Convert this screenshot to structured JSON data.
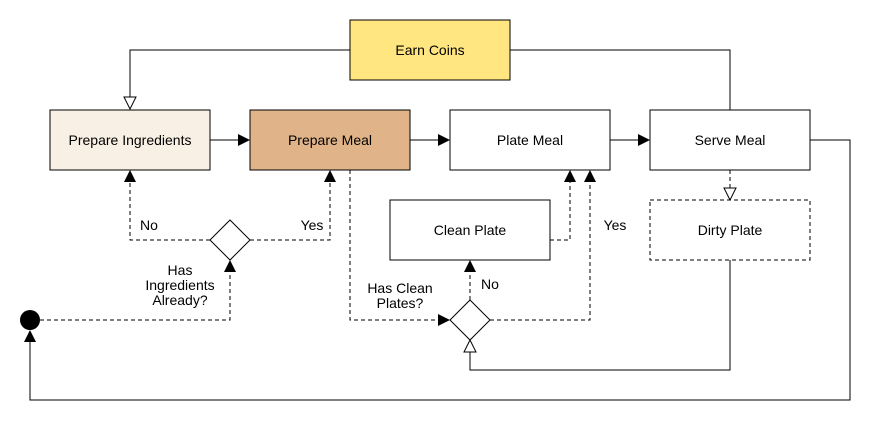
{
  "nodes": {
    "earn_coins": {
      "label": "Earn Coins",
      "color": "#FFE680"
    },
    "prepare_ingredients": {
      "label": "Prepare Ingredients",
      "color": "#F8F0E4"
    },
    "prepare_meal": {
      "label": "Prepare Meal",
      "color": "#E0B488"
    },
    "plate_meal": {
      "label": "Plate Meal",
      "color": "#FFFFFF"
    },
    "serve_meal": {
      "label": "Serve Meal",
      "color": "#FFFFFF"
    },
    "clean_plate": {
      "label": "Clean Plate",
      "color": "#FFFFFF"
    },
    "dirty_plate": {
      "label": "Dirty Plate",
      "color": "#FFFFFF"
    }
  },
  "decisions": {
    "has_ingredients": {
      "lines": [
        "Has",
        "Ingredients",
        "Already?"
      ]
    },
    "has_clean_plates": {
      "lines": [
        "Has Clean",
        "Plates?"
      ]
    }
  },
  "edge_labels": {
    "ingredients_no": "No",
    "ingredients_yes": "Yes",
    "plates_no": "No",
    "plates_yes": "Yes"
  }
}
